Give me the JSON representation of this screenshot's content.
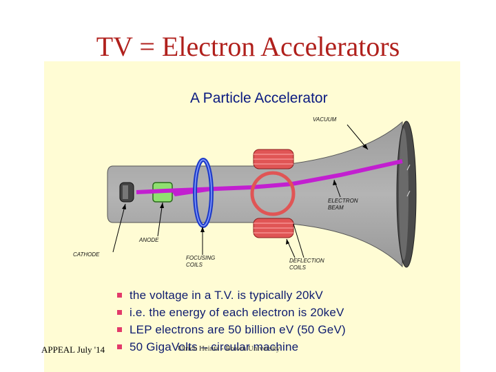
{
  "slide": {
    "title": "TV = Electron Accelerators",
    "footer_left": "APPEAL July '14",
    "footer_center": "Ulrich Heintz - Brown University"
  },
  "diagram": {
    "heading": "A Particle Accelerator",
    "labels": {
      "vacuum": "VACUUM",
      "electron_beam_line1": "ELECTRON",
      "electron_beam_line2": "BEAM",
      "anode": "ANODE",
      "cathode": "CATHODE",
      "focusing_coils_line1": "FOCUSING",
      "focusing_coils_line2": "COILS",
      "deflection_coils_line1": "DEFLECTION",
      "deflection_coils_line2": "COILS"
    },
    "colors": {
      "tube": "#a8a8a8",
      "beam": "#c21fd0",
      "coil_blue": "#1f3cc8",
      "coil_red": "#e05555",
      "anode": "#8fe070",
      "screen": "#4a4a4a",
      "background": "#fffcd4"
    }
  },
  "bullets": [
    "the voltage in a T.V. is typically 20kV",
    "i.e. the energy of each electron is 20keV",
    "LEP electrons are 50 billion eV (50 GeV)",
    "50 GigaVolts – circular machine"
  ]
}
